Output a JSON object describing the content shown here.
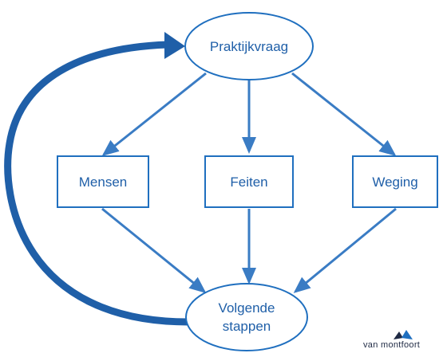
{
  "colors": {
    "box_stroke": "#1f6fbf",
    "box_fill": "#ffffff",
    "text": "#1f5fa8",
    "arrow": "#3a7cc4",
    "loop_arrow": "#1f5fa8"
  },
  "nodes": {
    "top": "Praktijkvraag",
    "left": "Mensen",
    "middle": "Feiten",
    "right": "Weging",
    "bottom_line1": "Volgende",
    "bottom_line2": "stappen"
  },
  "logo": {
    "text": "van montfoort",
    "icon": "mountain-logo-icon"
  }
}
